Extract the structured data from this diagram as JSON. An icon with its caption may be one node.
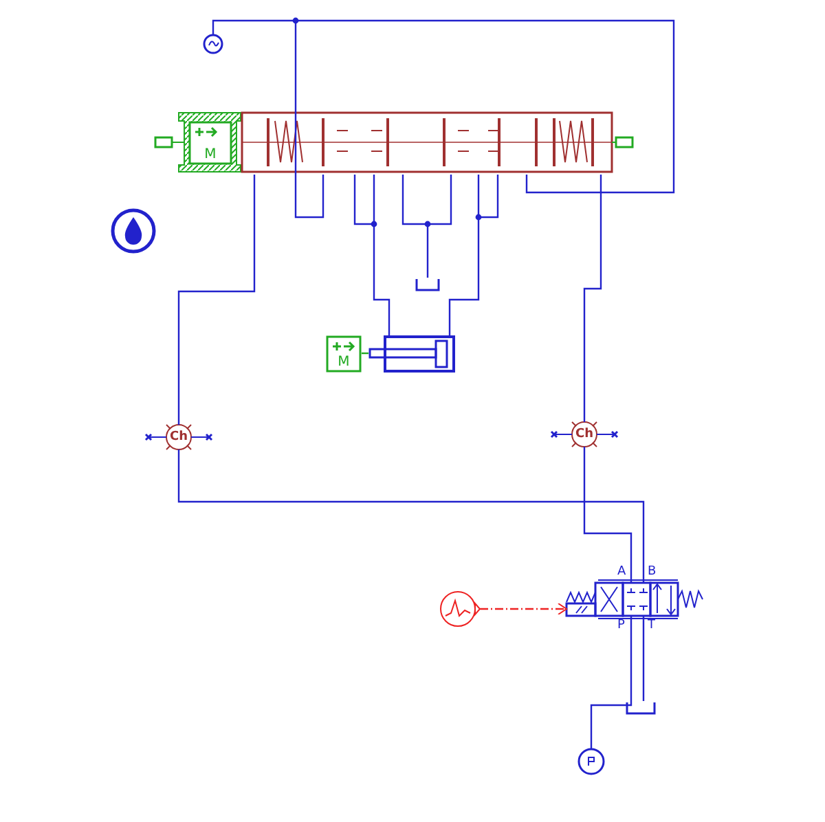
{
  "diagram": {
    "nodes": [
      {
        "text": [],
        "shape": "circle"
      },
      {
        "text": [
          "M"
        ]
      },
      {
        "text": [],
        "shape": "box"
      },
      {
        "text": [],
        "shape": "box"
      },
      {
        "text": [
          "M"
        ]
      },
      {
        "text": [],
        "shape": "cylinder"
      },
      {
        "text": [
          "Ch"
        ]
      },
      {
        "text": [
          "Ch"
        ]
      },
      {
        "text": [],
        "shape": "circle"
      },
      {
        "text": [],
        "shape": "box"
      },
      {
        "text": [],
        "shape": "box"
      },
      {
        "text": [],
        "shape": "circle"
      }
    ],
    "edges": [
      {
        "from": 0,
        "to": 2,
        "arrow": "none"
      },
      {
        "from": 2,
        "to": 3,
        "arrow": "none"
      },
      {
        "from": 2,
        "to": 5,
        "arrow": "none"
      },
      {
        "from": 2,
        "to": 5,
        "arrow": "none"
      },
      {
        "from": 4,
        "to": 5,
        "arrow": "none",
        "color": "#22aa22"
      },
      {
        "from": 2,
        "to": 6,
        "arrow": "none"
      },
      {
        "from": 2,
        "to": 7,
        "arrow": "none"
      },
      {
        "from": 6,
        "to": 9,
        "arrow": "none"
      },
      {
        "from": 7,
        "to": 9,
        "arrow": "none"
      },
      {
        "from": 9,
        "to": 10,
        "arrow": "none"
      },
      {
        "from": 9,
        "to": 11,
        "arrow": "none"
      },
      {
        "from": 8,
        "to": 9,
        "arrow": "to",
        "style": "dashed",
        "color": "#ee2222"
      }
    ],
    "labels": [
      "A",
      "B",
      "P",
      "T"
    ]
  }
}
